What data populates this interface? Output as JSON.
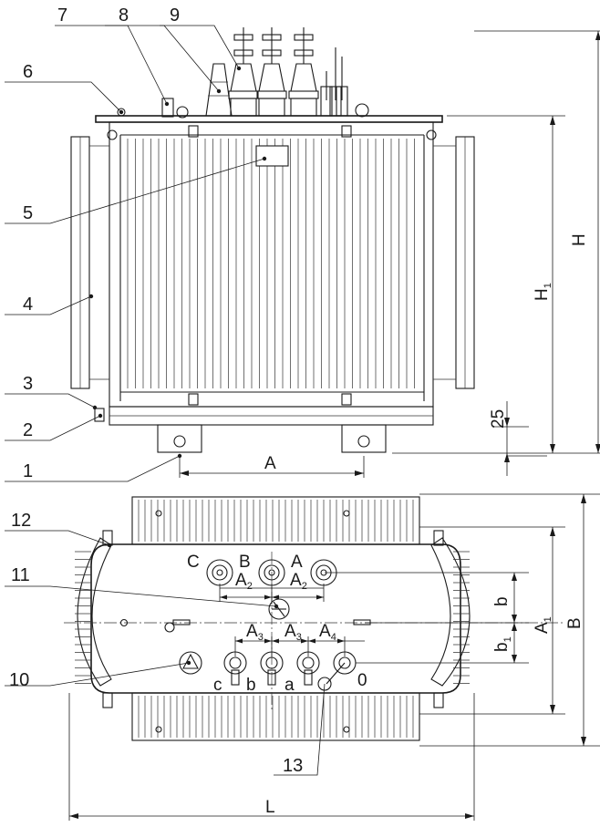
{
  "callouts": [
    "1",
    "2",
    "3",
    "4",
    "5",
    "6",
    "7",
    "8",
    "9",
    "10",
    "11",
    "12",
    "13"
  ],
  "dimensions": {
    "A": "A",
    "H": "H",
    "H1_main": "H",
    "H1_sub": "1",
    "d25": "25",
    "B": "B",
    "A1_main": "A",
    "A1_sub": "1",
    "b": "b",
    "b1_main": "b",
    "b1_sub": "1",
    "A2_main": "A",
    "A2_sub": "2",
    "A3_main": "A",
    "A3_sub": "3",
    "A4_main": "A",
    "A4_sub": "4",
    "L": "L"
  },
  "hv_terminals": [
    "C",
    "B",
    "A"
  ],
  "lv_terminals": [
    "c",
    "b",
    "a",
    "0"
  ]
}
